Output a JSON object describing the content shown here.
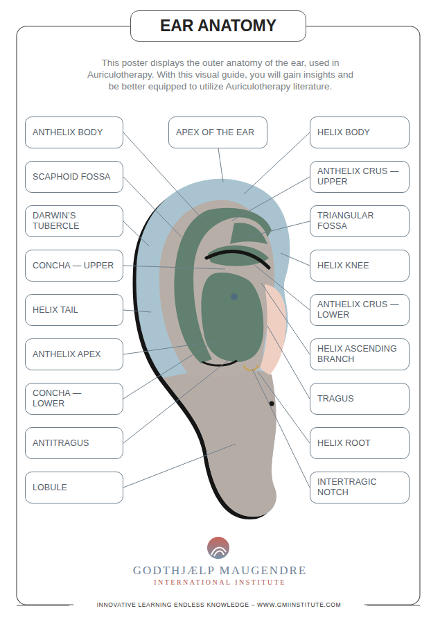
{
  "diagram": {
    "title": "EAR ANATOMY",
    "nodes": [
      {
        "text": [
          "ANTHELIX BODY"
        ]
      },
      {
        "text": [
          "APEX OF THE EAR"
        ]
      },
      {
        "text": [
          "HELIX BODY"
        ]
      },
      {
        "text": [
          "SCAPHOID FOSSA"
        ]
      },
      {
        "text": [
          "ANTHELIX CRUS — UPPER"
        ]
      },
      {
        "text": [
          "DARWIN’S TUBERCLE"
        ]
      },
      {
        "text": [
          "TRIANGULAR FOSSA"
        ]
      },
      {
        "text": [
          "CONCHA — UPPER"
        ]
      },
      {
        "text": [
          "HELIX KNEE"
        ]
      },
      {
        "text": [
          "HELIX TAIL"
        ]
      },
      {
        "text": [
          "ANTHELIX CRUS — LOWER"
        ]
      },
      {
        "text": [
          "ANTHELIX APEX"
        ]
      },
      {
        "text": [
          "HELIX ASCENDING BRANCH"
        ]
      },
      {
        "text": [
          "CONCHA — LOWER"
        ]
      },
      {
        "text": [
          "TRAGUS"
        ]
      },
      {
        "text": [
          "ANTITRAGUS"
        ]
      },
      {
        "text": [
          "HELIX ROOT"
        ]
      },
      {
        "text": [
          "LOBULE"
        ]
      },
      {
        "text": [
          "INTERTRAGIC NOTCH"
        ]
      }
    ],
    "labels": [
      "This poster displays the outer anatomy of the ear, used in Auriculotherapy. With this visual guide, you will gain insights and be better equipped to utilize Auriculotherapy literature.",
      "GODTHJÆLP MAUGENDRE",
      "INTERNATIONAL INSTITUTE",
      "INNOVATIVE LEARNING ENDLESS KNOWLEDGE – WWW.GMIINSTITUTE.COM"
    ]
  }
}
